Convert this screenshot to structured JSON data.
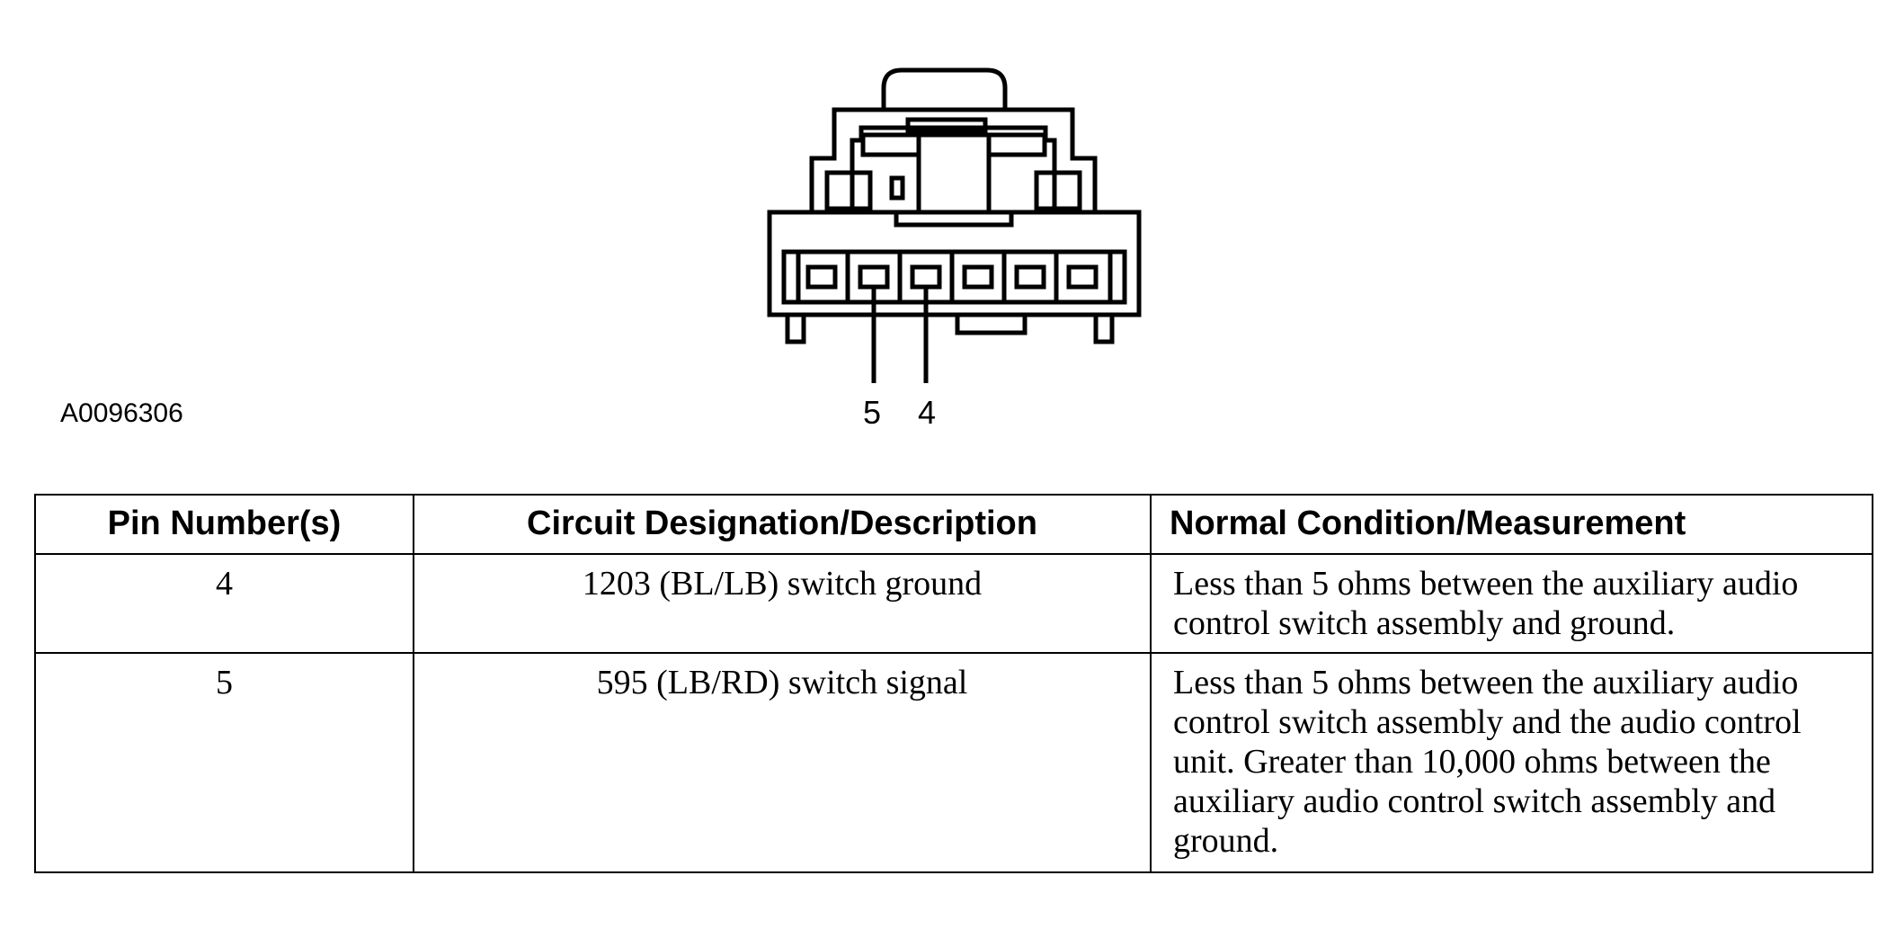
{
  "figure": {
    "id": "A0096306",
    "pin_callouts": [
      "5",
      "4"
    ]
  },
  "table": {
    "headers": {
      "pin": "Pin Number(s)",
      "circuit": "Circuit Designation/Description",
      "condition": "Normal Condition/Measurement"
    },
    "rows": [
      {
        "pin": "4",
        "circuit": "1203 (BL/LB) switch ground",
        "condition": "Less than 5 ohms between the auxiliary audio control switch assembly and ground."
      },
      {
        "pin": "5",
        "circuit": "595 (LB/RD) switch signal",
        "condition": "Less than 5 ohms between the auxiliary audio control switch assembly and the audio control unit. Greater than 10,000 ohms between the auxiliary audio control switch assembly and ground."
      }
    ]
  }
}
